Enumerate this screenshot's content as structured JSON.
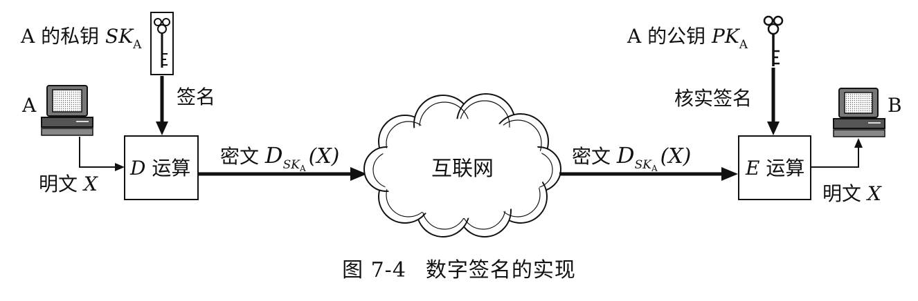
{
  "sender": {
    "label": "A",
    "key_label_prefix": "A 的私钥 ",
    "key_symbol": "SK",
    "key_subscript": "A",
    "sign_label": "签名",
    "plaintext_label_cn": "明文",
    "plaintext_var": "X",
    "box_op": "D",
    "box_label": "运算"
  },
  "channel": {
    "cipher_label_cn": "密文",
    "cipher_func": "D",
    "cipher_sub": "SK",
    "cipher_subsub": "A",
    "cipher_arg": "(X)",
    "cloud_label": "互联网"
  },
  "receiver": {
    "label": "B",
    "key_label_prefix": "A 的公钥 ",
    "key_symbol": "PK",
    "key_subscript": "A",
    "verify_label": "核实签名",
    "plaintext_label_cn": "明文",
    "plaintext_var": "X",
    "box_op": "E",
    "box_label": "运算"
  },
  "caption": {
    "figure_no": "图 7-4",
    "title": "数字签名的实现"
  }
}
